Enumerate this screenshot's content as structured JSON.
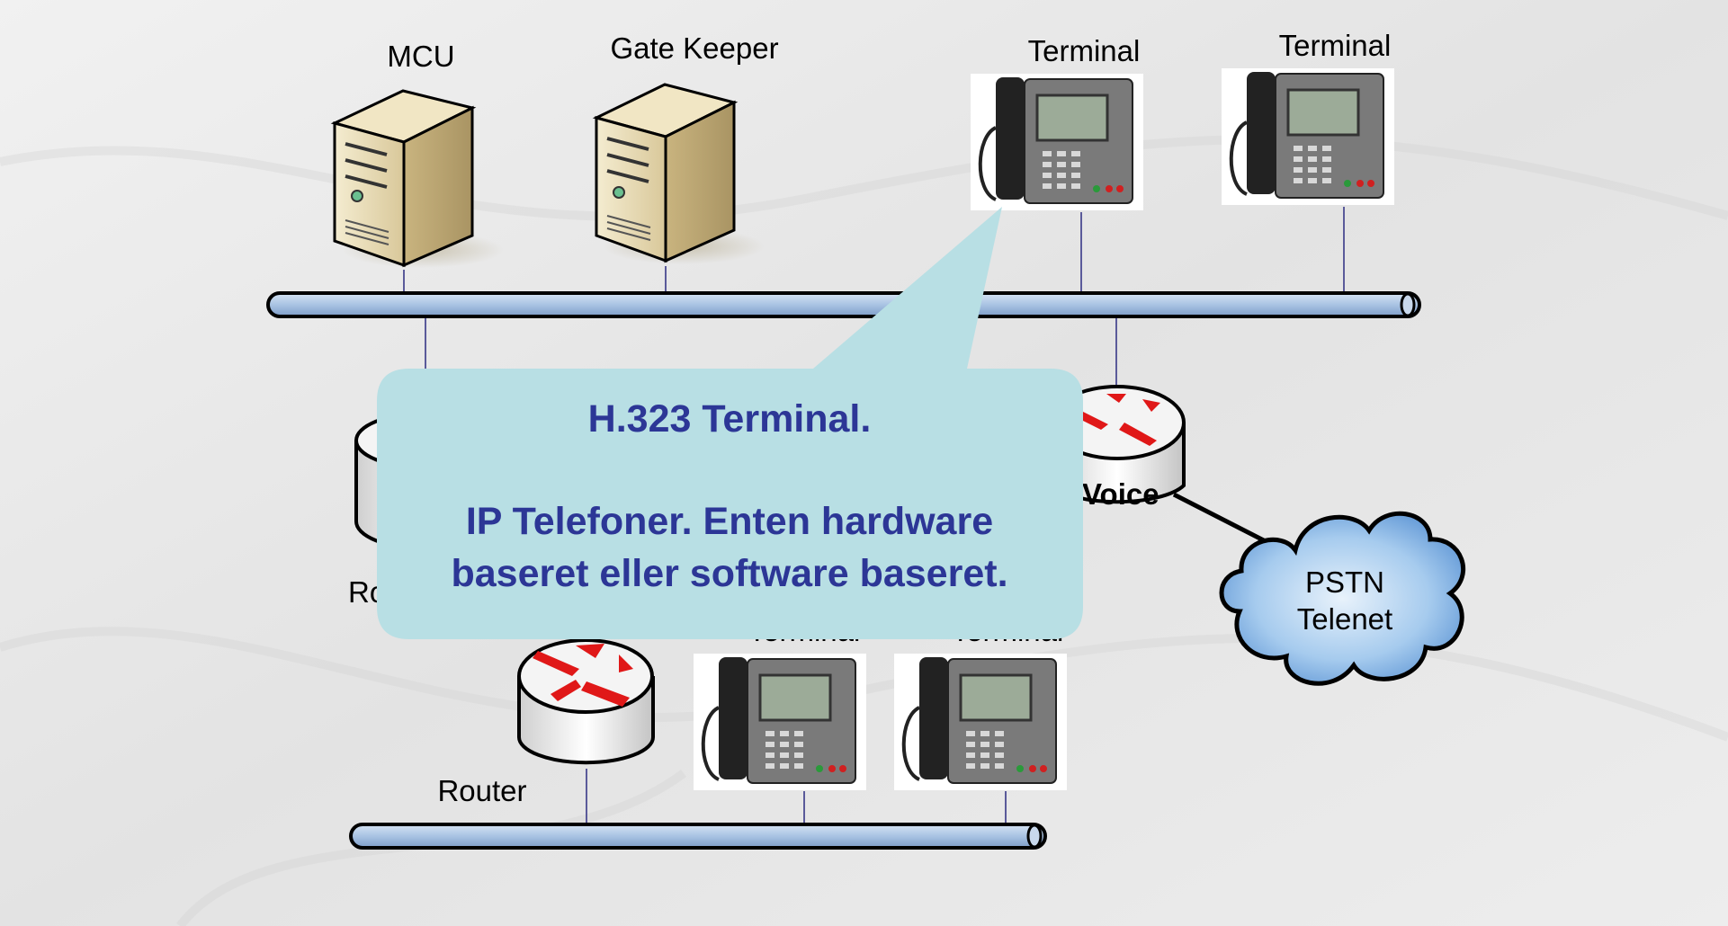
{
  "labels": {
    "mcu": "MCU",
    "gatekeeper": "Gate Keeper",
    "terminal_1": "Terminal",
    "terminal_2": "Terminal",
    "terminal_3": "Terminal",
    "terminal_4": "Terminal",
    "router_left": "Router",
    "router_bottom": "Router",
    "voice_gateway": "Voice",
    "pstn_line1": "PSTN",
    "pstn_line2": "Telenet"
  },
  "callout": {
    "title": "H.323 Terminal.",
    "line1": "IP Telefoner. Enten hardware",
    "line2": "baseret eller software baseret."
  },
  "colors": {
    "bus_fill": "#b0c8e4",
    "callout_fill": "#b8dfe4",
    "callout_text": "#2c3696",
    "cloud_fill": "#8fbbe6",
    "router_arrow": "#e01818",
    "server_body": "#e3d6b0"
  }
}
